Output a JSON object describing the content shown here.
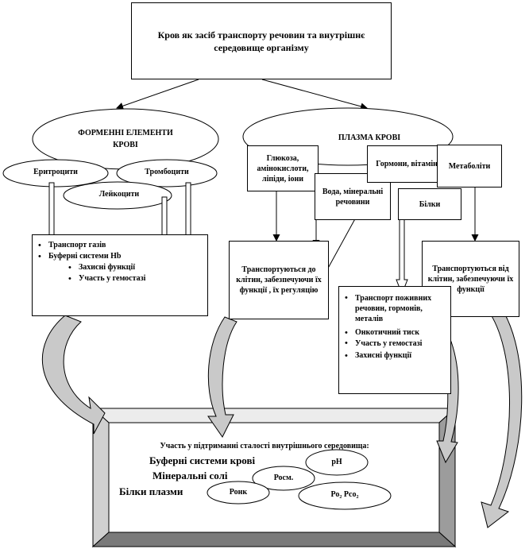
{
  "title": "Кров як засіб транспорту речовин та внутрішнє середовище організму",
  "formed": {
    "title": "ФОРМЕННІ ЕЛЕМЕНТИ КРОВІ",
    "erythro": "Еритроцити",
    "thrombo": "Тромбоцити",
    "leuko": "Лейкоцити",
    "functions": [
      "Транспорт газів",
      "Буферні системи Hb"
    ],
    "functions_sub": [
      "Захисні функції",
      "Участь у гемостазі"
    ]
  },
  "plasma": {
    "title": "ПЛАЗМА КРОВІ",
    "glucose": "Глюкоза, амінокислоти, ліпіди, іони",
    "water": "Вода, мінеральні речовини",
    "hormones": "Гормони, вітаміни",
    "metabolites": "Метаболіти",
    "proteins": "Білки",
    "to_cells": "Транспортуються до клітин, забезпечуючи їх функції , їх регуляцію",
    "from_cells": "Транспортуються від клітин, забезпечуючи їх функції",
    "proteins_functions": [
      "Транспорт поживних речовин, гормонів, металів",
      "Онкотичний тиск",
      "Участь у гемостазі",
      "Захисні функції"
    ]
  },
  "bottom": {
    "title": "Участь у підтриманні сталості внутрішнього середовища:",
    "buffer": "Буферні системи крові",
    "ph": "pH",
    "minerals": "Мінеральні солі",
    "posm": "Росм.",
    "proteins": "Білки плазми",
    "ponk": "Ронк",
    "gases": "Ро₂ Рсо₂"
  }
}
